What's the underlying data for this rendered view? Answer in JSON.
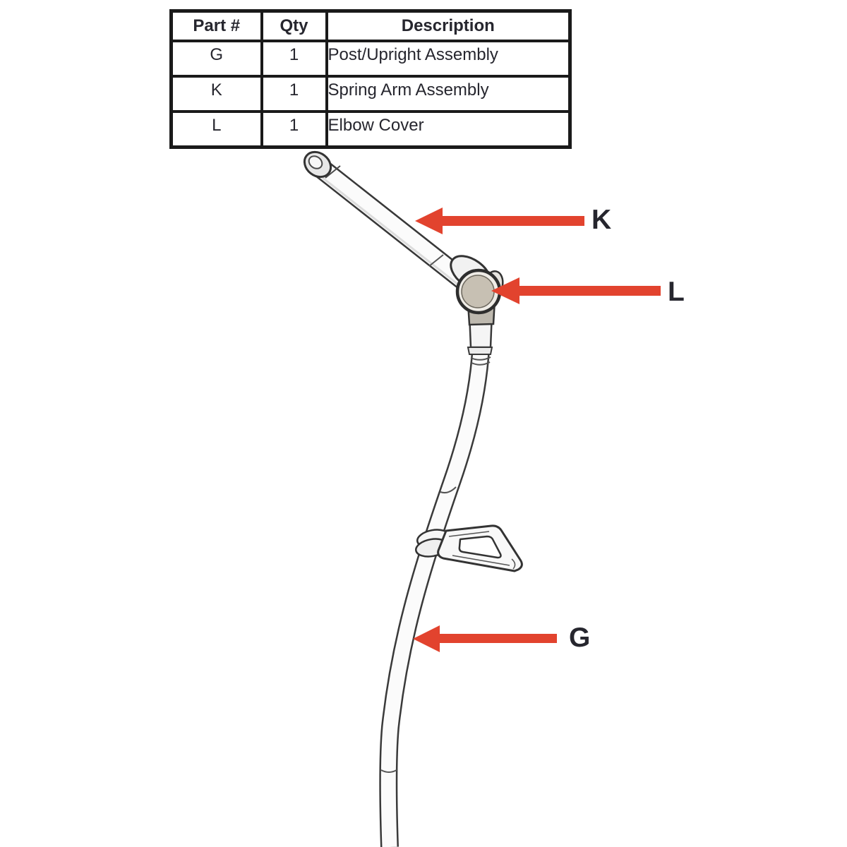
{
  "page": {
    "background": "#FFFFFF"
  },
  "parts_table": {
    "headers": {
      "part": "Part #",
      "qty": "Qty",
      "description": "Description"
    },
    "rows": [
      {
        "part": "G",
        "qty": "1",
        "description": "Post/Upright Assembly"
      },
      {
        "part": "K",
        "qty": "1",
        "description": "Spring Arm Assembly"
      },
      {
        "part": "L",
        "qty": "1",
        "description": "Elbow Cover"
      }
    ]
  },
  "callouts": {
    "k": "K",
    "l": "L",
    "g": "G"
  },
  "colors": {
    "arrow": "#E2432E",
    "line_art": "#3A3A3A",
    "table_border": "#1A1A1A",
    "text": "#26262E",
    "elbow_face": "#C7C0B3"
  }
}
